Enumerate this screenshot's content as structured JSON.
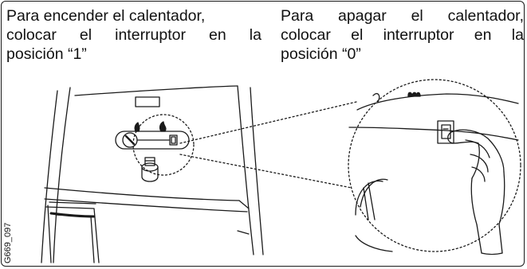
{
  "left_caption": {
    "line1": "Para encender el calentador,",
    "line2": [
      "colocar",
      "el",
      "interruptor",
      "en",
      "la"
    ],
    "line3": "posición “1”"
  },
  "right_caption": {
    "line1": [
      "Para",
      "apagar",
      "el",
      "calentador,"
    ],
    "line2": [
      "colocar",
      "el",
      "interruptor",
      "en",
      "la"
    ],
    "line3": "posición “0”"
  },
  "figure_code": "G669_097"
}
